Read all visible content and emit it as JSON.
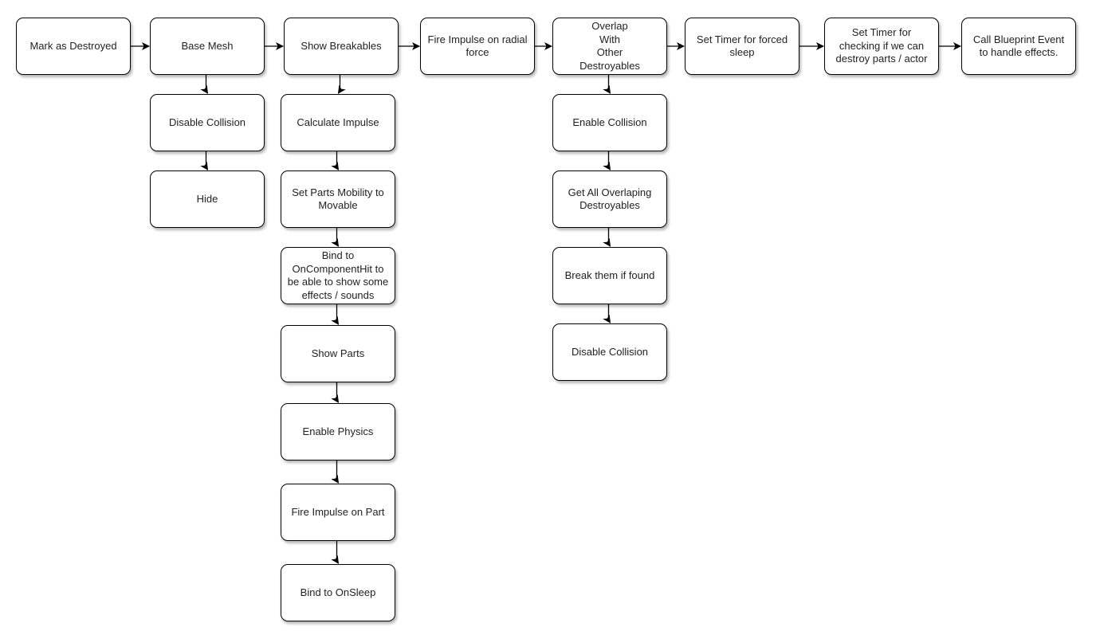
{
  "nodes": {
    "mark_destroyed": "Mark as Destroyed",
    "base_mesh": "Base Mesh",
    "disable_collision_1": "Disable Collision",
    "hide": "Hide",
    "show_breakables": "Show Breakables",
    "calculate_impulse": "Calculate Impulse",
    "set_parts_mobility": "Set Parts Mobility to\nMovable",
    "bind_oncomponenthit": "Bind to\nOnComponentHit to\nbe able to show some\neffects / sounds",
    "show_parts": "Show Parts",
    "enable_physics": "Enable Physics",
    "fire_impulse_part": "Fire Impulse on Part",
    "bind_onsleep": "Bind to OnSleep",
    "fire_impulse_radial": "Fire Impulse on radial\nforce",
    "overlap": "Overlap\nWith\nOther\nDestroyables",
    "enable_collision": "Enable Collision",
    "get_overlapping": "Get All Overlaping\nDestroyables",
    "break_them": "Break them if found",
    "disable_collision_2": "Disable Collision",
    "set_timer_sleep": "Set Timer for forced\nsleep",
    "set_timer_check": "Set Timer for\nchecking if we can\ndestroy parts / actor",
    "call_blueprint": "Call Blueprint Event\nto handle effects."
  },
  "edges": [
    [
      "mark_destroyed",
      "base_mesh"
    ],
    [
      "base_mesh",
      "show_breakables"
    ],
    [
      "show_breakables",
      "fire_impulse_radial"
    ],
    [
      "fire_impulse_radial",
      "overlap"
    ],
    [
      "overlap",
      "set_timer_sleep"
    ],
    [
      "set_timer_sleep",
      "set_timer_check"
    ],
    [
      "set_timer_check",
      "call_blueprint"
    ],
    [
      "base_mesh",
      "disable_collision_1"
    ],
    [
      "disable_collision_1",
      "hide"
    ],
    [
      "show_breakables",
      "calculate_impulse"
    ],
    [
      "calculate_impulse",
      "set_parts_mobility"
    ],
    [
      "set_parts_mobility",
      "bind_oncomponenthit"
    ],
    [
      "bind_oncomponenthit",
      "show_parts"
    ],
    [
      "show_parts",
      "enable_physics"
    ],
    [
      "enable_physics",
      "fire_impulse_part"
    ],
    [
      "fire_impulse_part",
      "bind_onsleep"
    ],
    [
      "overlap",
      "enable_collision"
    ],
    [
      "enable_collision",
      "get_overlapping"
    ],
    [
      "get_overlapping",
      "break_them"
    ],
    [
      "break_them",
      "disable_collision_2"
    ]
  ]
}
